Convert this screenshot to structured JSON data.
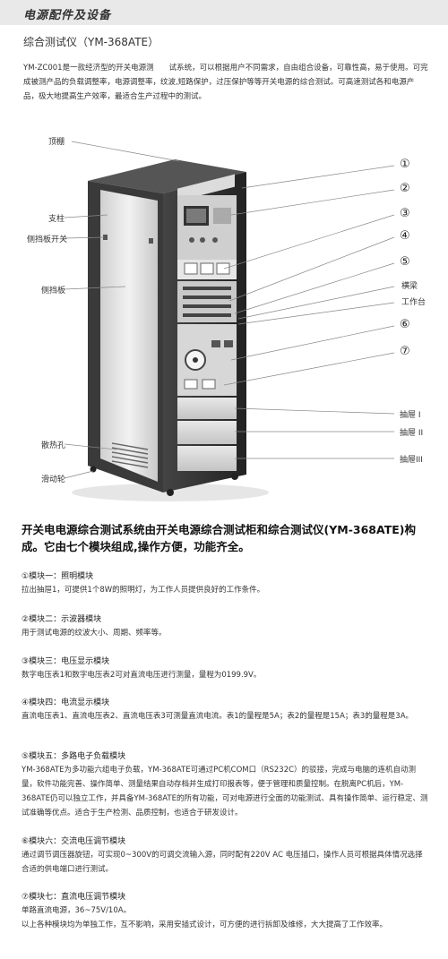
{
  "header": {
    "title": "电源配件及设备"
  },
  "product": {
    "title": "综合测试仪（YM-368ATE）"
  },
  "intro": "YM-ZC001是一款经济型的开关电源测　　试系统，可以根据用户不同需求，自由组合设备，可靠性高，易于使用。可完成被测产品的负载调整率，电源调整率，纹波,短路保护，过压保护等等开关电源的综合测试。可高速测试各和电源产品，极大地提高生产效率，最适合生产过程中的测试。",
  "figure": {
    "left_labels": [
      "顶棚",
      "支柱",
      "侧挡板开关",
      "侧挡板",
      "散热孔",
      "滑动轮"
    ],
    "numbers": [
      "①",
      "②",
      "③",
      "④",
      "⑤",
      "⑥",
      "⑦"
    ],
    "right_labels": [
      "横梁",
      "工作台",
      "抽屉 I",
      "抽屉 II",
      "抽屉III"
    ]
  },
  "headline": "开关电电源综合测试系统由开关电源综合测试柜和综合测试仪(YM-368ATE)构成。它由七个模块组成,操作方便，功能齐全。",
  "modules": [
    {
      "title": "①模块一：照明模块",
      "text": "拉出抽屉1，可提供1个8W的照明灯，为工作人员提供良好的工作条件。"
    },
    {
      "title": "②模块二：示波器模块",
      "text": "用于测试电源的纹波大小、周期、频率等。"
    },
    {
      "title": "③模块三：电压显示模块",
      "text": "数字电压表1和数字电压表2可对直流电压进行测量，量程为0199.9V。"
    },
    {
      "title": "④模块四：电流显示模块",
      "text": "直流电压表1、直流电压表2、直流电压表3可测量直流电流。表1的量程是5A；表2的量程是15A；表3的量程是3A。"
    },
    {
      "title": "⑤模块五：多路电子负载模块",
      "text": "YM-368ATE为多功能六组电子负载，YM-368ATE可通过PC机COM口（RS232C）的驳接，完成与电脑的连机自动测量，软件功能完善、操作简单、测量结果自动存档并生成打印报表等，便于管理和质量控制。在脱离PC机后，YM-368ATE仍可以独立工作，并具备YM-368ATE的所有功能，可对电源进行全面的功能测试、具有操作简单、运行稳定、测试准确等优点。适合于生产检测、品质控制，也适合于研发设计。"
    },
    {
      "title": "⑥模块六：交流电压调节模块",
      "text": "通过调节调压器旋钮，可实现0~300V的可调交流输入源，同时配有220V AC 电压插口，操作人员可根据具体情况选择合适的供电端口进行测试。"
    },
    {
      "title": "⑦模块七：直流电压调节模块",
      "text": "单路直流电源，36~75V/10A。"
    }
  ],
  "footer": "以上各种模块均为单独工作，互不影响，采用安插式设计，可方便的进行拆卸及维修，大大提高了工作效率。"
}
